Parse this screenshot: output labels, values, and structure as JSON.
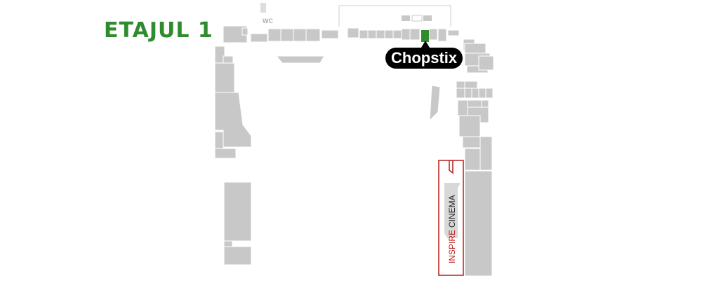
{
  "floor_title": "ETAJUL 1",
  "wc_label": "WC",
  "highlighted_store": {
    "name": "Chopstix",
    "color": "#2e8b2e"
  },
  "cinema": {
    "brand": "INSPIRE",
    "word": "CINEMA",
    "brand_color": "#b71c1c",
    "word_color": "#222222"
  },
  "colors": {
    "unit_fill": "#c8c8c8",
    "unit_stroke": "#ffffff",
    "title": "#2e8b2e"
  }
}
